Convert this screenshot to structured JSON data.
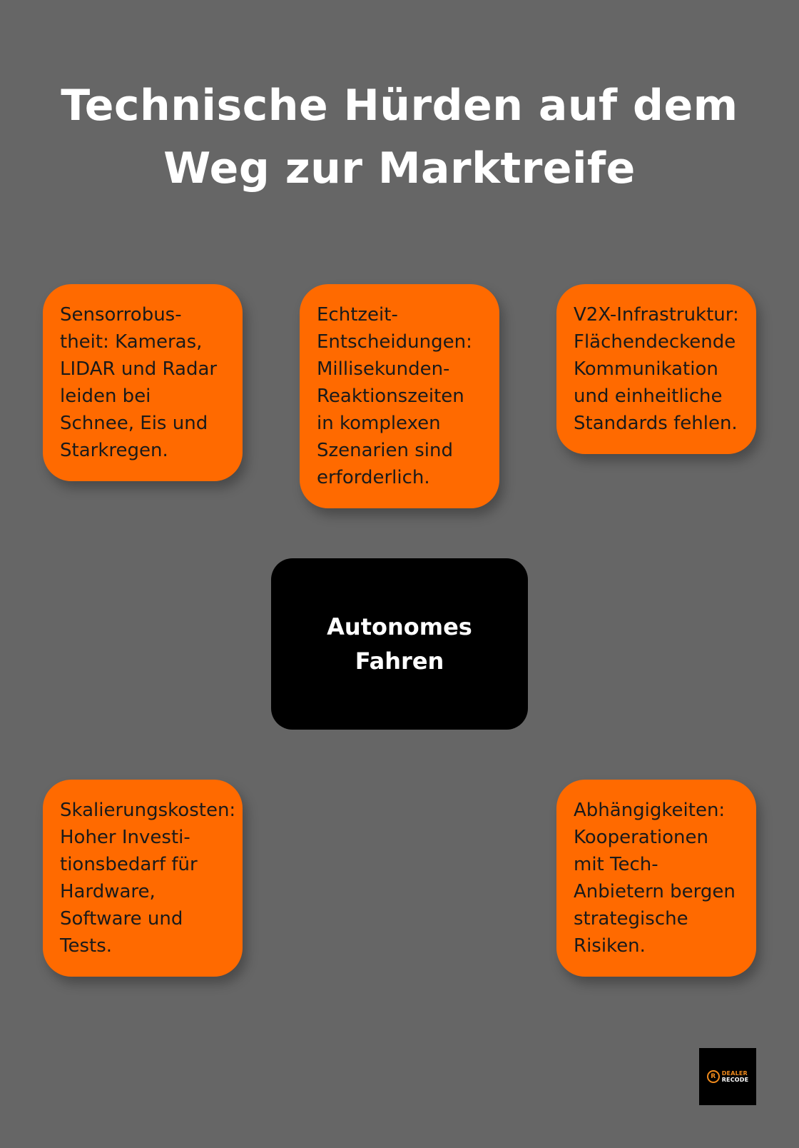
{
  "title": {
    "line1": "Technische Hürden auf dem",
    "line2": "Weg zur Marktreife"
  },
  "center": {
    "line1": "Autonomes",
    "line2": "Fahren"
  },
  "cards": [
    {
      "lines": [
        "Sensorrobus-",
        "theit: Kameras,",
        "LIDAR und Radar",
        "leiden bei",
        "Schnee, Eis und",
        "Starkregen."
      ]
    },
    {
      "lines": [
        "Echtzeit-",
        "Entscheidungen:",
        "Millisekunden-",
        "Reaktionszeiten",
        "in komplexen",
        "Szenarien sind",
        "erforderlich."
      ]
    },
    {
      "lines": [
        "V2X-Infrastruktur:",
        "Flächendeckende",
        "Kommunikation",
        "und einheitliche",
        "Standards fehlen."
      ]
    },
    {
      "lines": [
        "Skalierungskosten:",
        "Hoher Investi-",
        "tionsbedarf für",
        "Hardware,",
        "Software und",
        "Tests."
      ]
    },
    {
      "lines": [
        "Abhängigkeiten:",
        "Kooperationen",
        "mit Tech-",
        "Anbietern bergen",
        "strategische",
        "Risiken."
      ]
    }
  ],
  "logo": {
    "mark": "R",
    "line1": "DEALER",
    "line2": "RECODE"
  },
  "colors": {
    "background": "#666666",
    "card": "#ff6a00",
    "center": "#000000",
    "accent": "#f08a1c"
  }
}
